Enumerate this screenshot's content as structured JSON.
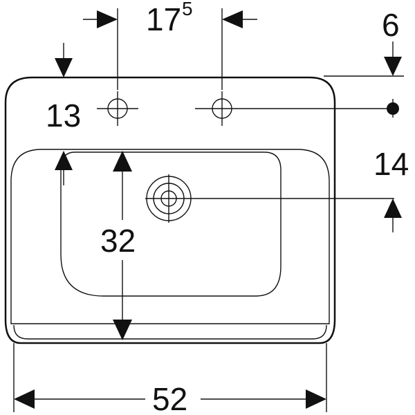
{
  "dimensions": {
    "tap_spacing": {
      "value": "17",
      "superscript": "5"
    },
    "top_offset": "6",
    "tap_hole_from_edge": "13",
    "drain_offset": "14",
    "bowl_depth": "32",
    "overall_width": "52"
  },
  "colors": {
    "line": "#111111",
    "background": "#ffffff"
  }
}
